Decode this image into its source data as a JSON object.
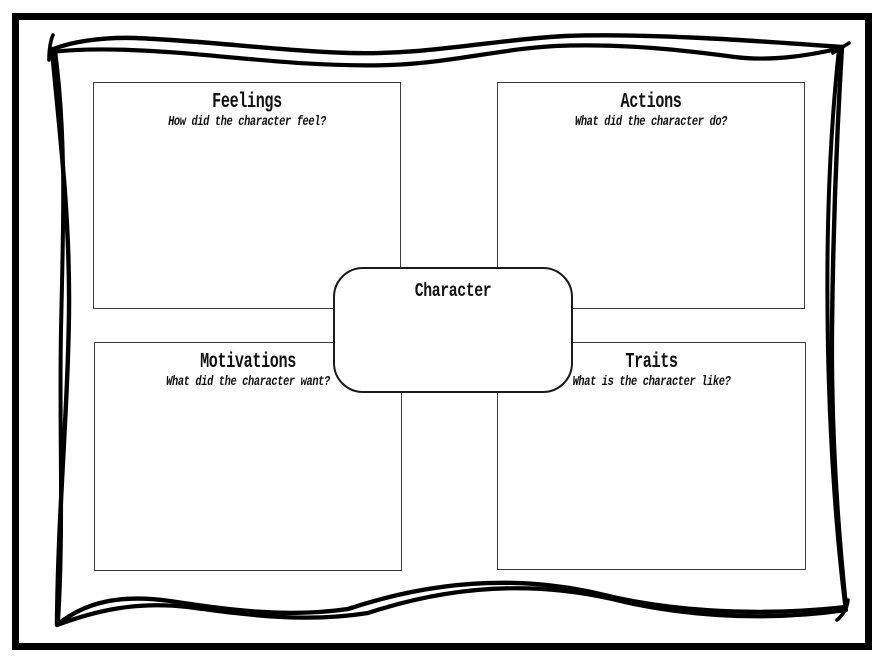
{
  "document": {
    "type": "character-map-graphic-organizer",
    "center": {
      "label": "Character"
    },
    "quadrants": [
      {
        "id": "feelings",
        "title": "Feelings",
        "prompt": "How did the character feel?"
      },
      {
        "id": "actions",
        "title": "Actions",
        "prompt": "What did the character do?"
      },
      {
        "id": "motivations",
        "title": "Motivations",
        "prompt": "What did the character want?"
      },
      {
        "id": "traits",
        "title": "Traits",
        "prompt": "What is the character like?"
      }
    ],
    "colors": {
      "ink": "#000000",
      "box_border": "#3c3c3c",
      "background": "#ffffff"
    }
  }
}
